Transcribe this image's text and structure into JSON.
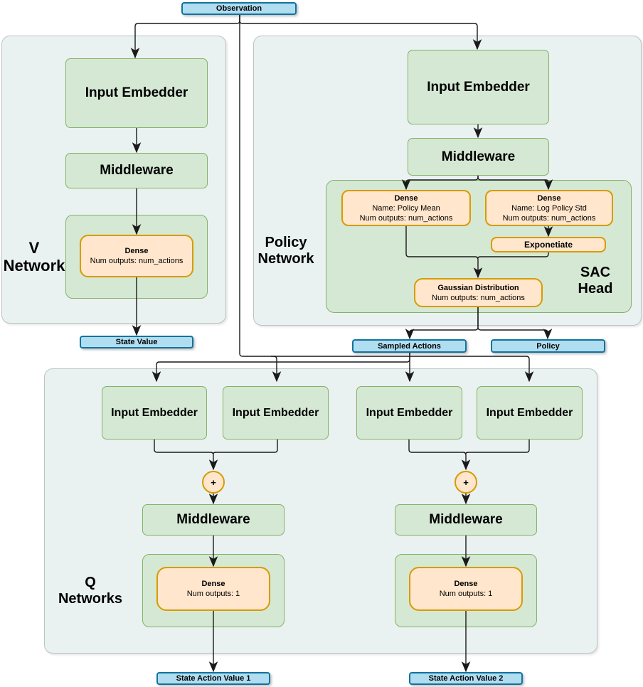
{
  "diagram": {
    "observation": "Observation",
    "v_network": {
      "title": [
        "V",
        "Network"
      ],
      "input_embedder": "Input Embedder",
      "middleware": "Middleware",
      "dense_title": "Dense",
      "dense_outputs": "Num outputs: num_actions",
      "output": "State Value"
    },
    "policy_network": {
      "title": [
        "Policy",
        "Network"
      ],
      "input_embedder": "Input Embedder",
      "middleware": "Middleware",
      "sac_head": {
        "title": [
          "SAC",
          "Head"
        ],
        "dense_mean_title": "Dense",
        "dense_mean_name": "Name: Policy Mean",
        "dense_mean_outputs": "Num outputs: num_actions",
        "dense_std_title": "Dense",
        "dense_std_name": "Name: Log Policy Std",
        "dense_std_outputs": "Num outputs: num_actions",
        "exponetiate": "Exponetiate",
        "gaussian_title": "Gaussian Distribution",
        "gaussian_outputs": "Num outputs: num_actions"
      },
      "outputs": {
        "sampled_actions": "Sampled Actions",
        "policy": "Policy"
      }
    },
    "q_networks": {
      "title": [
        "Q",
        "Networks"
      ],
      "input_embedders": [
        "Input Embedder",
        "Input Embedder",
        "Input Embedder",
        "Input Embedder"
      ],
      "plus_1": "+",
      "plus_2": "+",
      "middleware_1": "Middleware",
      "middleware_2": "Middleware",
      "dense_1_title": "Dense",
      "dense_1_outputs": "Num outputs: 1",
      "dense_2_title": "Dense",
      "dense_2_outputs": "Num outputs: 1",
      "output_1": "State Action Value 1",
      "output_2": "State Action Value 2"
    },
    "colors": {
      "green_fill": "#d5e8d4",
      "green_border": "#82b366",
      "orange_fill": "#ffe6cc",
      "orange_border": "#d79b00",
      "blue_fill": "#b1ddf0",
      "blue_border": "#10739e",
      "panel_fill": "#eaf1f1",
      "panel_border": "#bcc3c3",
      "line": "#1a1a1a"
    }
  }
}
